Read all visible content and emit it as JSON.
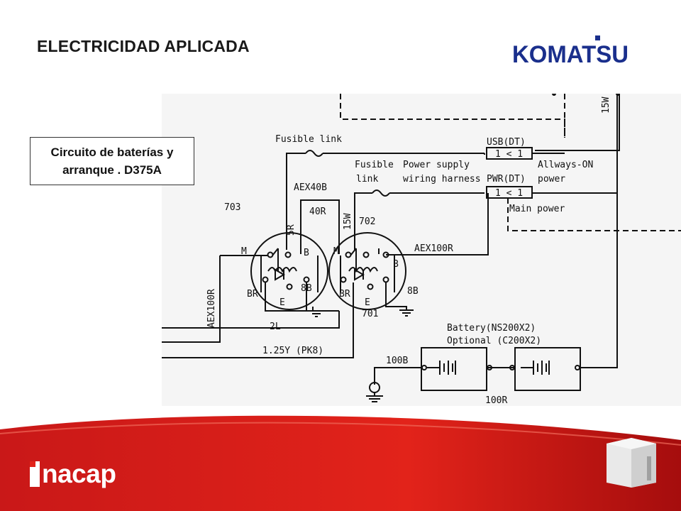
{
  "slide": {
    "title": "ELECTRICIDAD APLICADA",
    "caption_line1": "Circuito de baterías y",
    "caption_line2": "arranque . D375A",
    "logo_text": "KOMATSU",
    "footer_brand": "nacap",
    "colors": {
      "brand_red": "#e2231a",
      "dark_red": "#b01010",
      "logo_blue": "#1a2f8c"
    }
  },
  "diagram": {
    "labels": {
      "fusible_link_top": "Fusible link",
      "fusible": "Fusible",
      "link": "link",
      "power_supply": "Power supply",
      "wiring_harness": "wiring harness",
      "usb": "USB(DT)",
      "always_on": "Allways-ON",
      "power": "power",
      "pwr": "PWR(DT)",
      "main_power": "Main power",
      "fuse_box": "1 < 1",
      "w15_top": "15W",
      "aex40b": "AEX40B",
      "r40": "40R",
      "r5": "5R",
      "w15": "15W",
      "n703": "703",
      "n702": "702",
      "n701": "701",
      "aex100r_top": "AEX100R",
      "aex100r_side": "AEX100R",
      "m1": "M",
      "b1": "B",
      "br1": "BR",
      "e1": "E",
      "b8_1": "8B",
      "m2": "M",
      "b2": "B",
      "br2": "BR",
      "e2": "E",
      "b8_2": "8B",
      "l2": "2L",
      "y125": "1.25Y (PK8)",
      "battery1": "Battery(NS200X2)",
      "battery2": "Optional (C200X2)",
      "b100": "100B",
      "r100": "100R"
    }
  }
}
